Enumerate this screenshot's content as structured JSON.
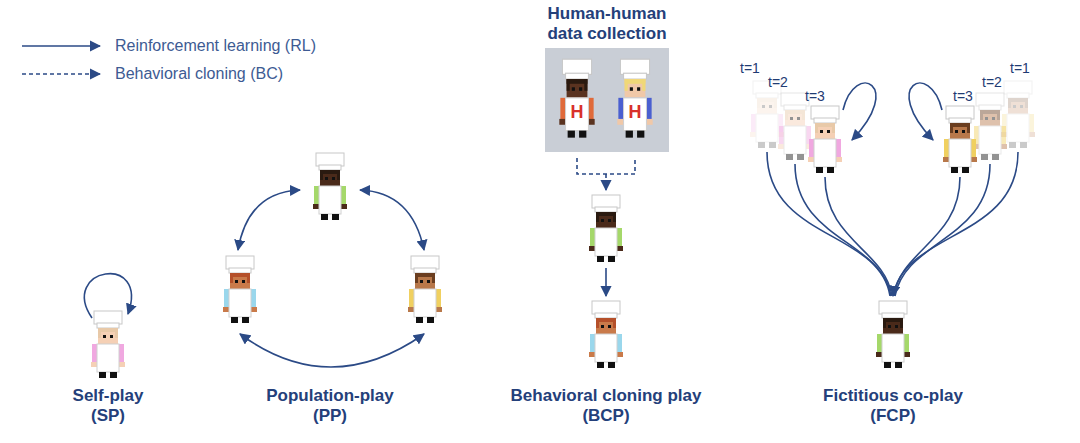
{
  "diagram": {
    "nodes": [
      {
        "text": [
          "Human-human data collection"
        ]
      },
      {
        "text": [
          "H"
        ],
        "in": 0
      },
      {
        "text": [
          "H"
        ],
        "in": 0
      }
    ],
    "labels": [
      "t=1",
      "t=2",
      "t=3",
      "t=3",
      "t=2",
      "t=1",
      "Self-play (SP)",
      "Population-play (PP)",
      "Behavioral cloning play (BCP)",
      "Fictitious co-play (FCP)"
    ],
    "legend": [
      {
        "text": "Reinforcement learning (RL)"
      },
      {
        "text": "Behavioral cloning (BC)"
      }
    ]
  }
}
